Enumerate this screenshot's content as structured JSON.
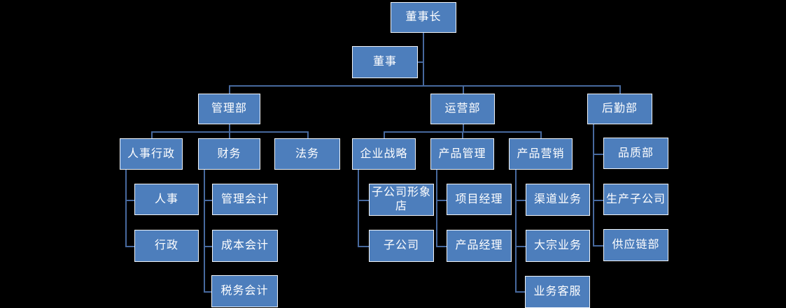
{
  "diagram": {
    "type": "org-chart",
    "background_color": "#000000",
    "node_fill_color": "#4D7EBC",
    "node_border_color": "#FFFFFF",
    "connector_color": "#47699E",
    "text_color": "#FFFFFF",
    "nodes": [
      {
        "id": "chairman",
        "label": "董事长"
      },
      {
        "id": "director",
        "label": "董事"
      },
      {
        "id": "management-dept",
        "label": "管理部"
      },
      {
        "id": "operations-dept",
        "label": "运营部"
      },
      {
        "id": "logistics-dept",
        "label": "后勤部"
      },
      {
        "id": "hr-admin",
        "label": "人事行政"
      },
      {
        "id": "finance",
        "label": "财务"
      },
      {
        "id": "legal",
        "label": "法务"
      },
      {
        "id": "corporate-strategy",
        "label": "企业战略"
      },
      {
        "id": "product-management",
        "label": "产品管理"
      },
      {
        "id": "product-marketing",
        "label": "产品营销"
      },
      {
        "id": "quality-dept",
        "label": "品质部"
      },
      {
        "id": "hr",
        "label": "人事"
      },
      {
        "id": "management-accounting",
        "label": "管理会计"
      },
      {
        "id": "subsidiary-image-store",
        "label": "子公司形象店"
      },
      {
        "id": "project-manager",
        "label": "项目经理"
      },
      {
        "id": "channel-business",
        "label": "渠道业务"
      },
      {
        "id": "production-subsidiary",
        "label": "生产子公司"
      },
      {
        "id": "admin",
        "label": "行政"
      },
      {
        "id": "cost-accounting",
        "label": "成本会计"
      },
      {
        "id": "subsidiary",
        "label": "子公司"
      },
      {
        "id": "product-manager",
        "label": "产品经理"
      },
      {
        "id": "bulk-business",
        "label": "大宗业务"
      },
      {
        "id": "supply-chain-dept",
        "label": "供应链部"
      },
      {
        "id": "tax-accounting",
        "label": "税务会计"
      },
      {
        "id": "business-customer-service",
        "label": "业务客服"
      }
    ],
    "hierarchy": {
      "root": "董事长",
      "assistant": "董事",
      "branches": [
        {
          "label": "管理部",
          "children": [
            {
              "label": "人事行政",
              "children": [
                "人事",
                "行政"
              ]
            },
            {
              "label": "财务",
              "children": [
                "管理会计",
                "成本会计",
                "税务会计"
              ]
            },
            {
              "label": "法务",
              "children": []
            }
          ]
        },
        {
          "label": "运营部",
          "children": [
            {
              "label": "企业战略",
              "children": [
                "子公司形象店",
                "子公司"
              ]
            },
            {
              "label": "产品管理",
              "children": [
                "项目经理",
                "产品经理"
              ]
            },
            {
              "label": "产品营销",
              "children": [
                "渠道业务",
                "大宗业务",
                "业务客服"
              ]
            }
          ]
        },
        {
          "label": "后勤部",
          "children": [
            "品质部",
            "生产子公司",
            "供应链部"
          ]
        }
      ]
    }
  }
}
